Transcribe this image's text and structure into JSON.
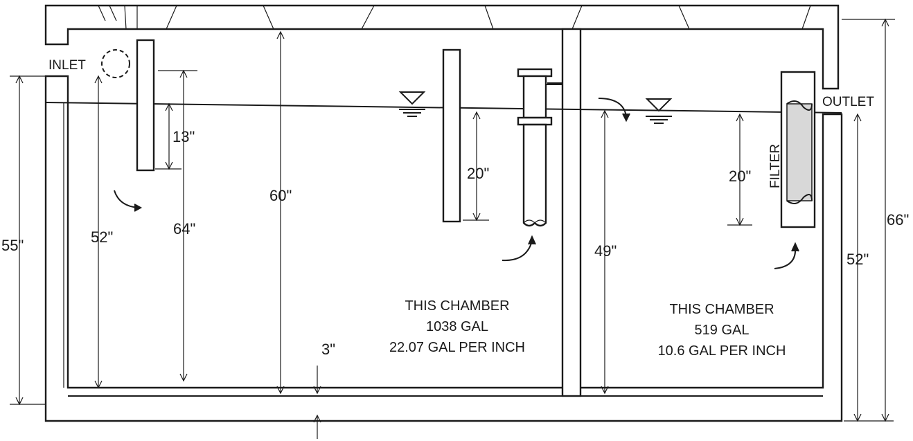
{
  "labels": {
    "inlet": "INLET",
    "outlet": "OUTLET",
    "filter": "FILTER"
  },
  "dimensions": {
    "inlet_baffle_depth": "13\"",
    "inlet_water_depth": "52\"",
    "inlet_invert_height": "64\"",
    "inside_height": "60\"",
    "floor_thickness": "3\"",
    "baffle_depth_chamber1": "20\"",
    "filter_depth": "20\"",
    "water_depth_chamber2": "49\"",
    "outlet_height": "52\"",
    "overall_height": "66\"",
    "inlet_outside_height": "55\""
  },
  "chambers": [
    {
      "title": "THIS CHAMBER",
      "capacity": "1038 GAL",
      "rate": "22.07 GAL PER INCH"
    },
    {
      "title": "THIS CHAMBER",
      "capacity": "519 GAL",
      "rate": "10.6 GAL PER INCH"
    }
  ]
}
